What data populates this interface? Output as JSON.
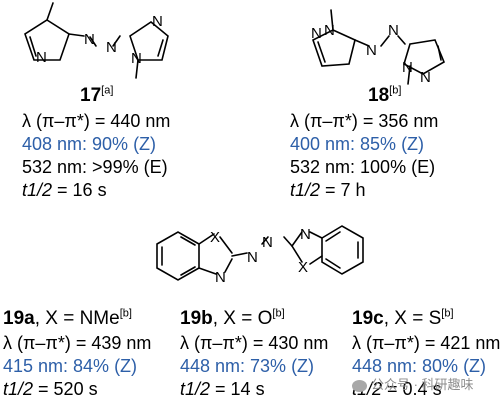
{
  "compounds": [
    {
      "id": "17",
      "ref": "[a]",
      "lambda": "λ (π–π*) = 440 nm",
      "irr_blue": "408 nm: 90% (Z)",
      "irr_green": "532 nm: >99% (E)",
      "half_life_label": "t1/2",
      "half_life_value": " = 16 s"
    },
    {
      "id": "18",
      "ref": "[b]",
      "lambda": "λ (π–π*) = 356 nm",
      "irr_blue": "400 nm: 85% (Z)",
      "irr_green": "532 nm: 100% (E)",
      "half_life_label": "t1/2",
      "half_life_value": " = 7 h"
    },
    {
      "id": "19a",
      "x_group": ", X = NMe",
      "ref": "[b]",
      "lambda": "λ (π–π*) = 439 nm",
      "irr_blue": "415 nm: 84% (Z)",
      "half_life_label": "t1/2",
      "half_life_value": " = 520 s"
    },
    {
      "id": "19b",
      "x_group": ", X = O",
      "ref": "[b]",
      "lambda": "λ (π–π*) = 430 nm",
      "irr_blue": "448 nm: 73% (Z)",
      "half_life_label": "t1/2",
      "half_life_value": " = 14 s"
    },
    {
      "id": "19c",
      "x_group": ", X = S",
      "ref": "[b]",
      "lambda": "λ (π–π*) = 421 nm",
      "irr_blue": "448 nm: 80% (Z)",
      "half_life_label": "t1/2",
      "half_life_value": " = 0.4 s"
    }
  ],
  "atoms": {
    "N": "N",
    "X": "X"
  },
  "colors": {
    "blue": "#2d5fa8",
    "text": "#000000"
  },
  "watermark": "公众号 · 科研趣味",
  "watermark_icon": "wechat-icon"
}
